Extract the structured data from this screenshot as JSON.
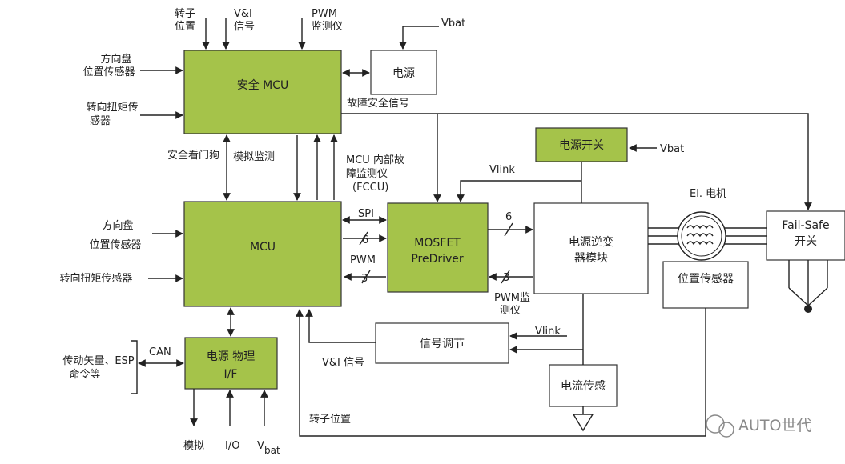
{
  "blocks": {
    "safety_mcu": "安全 MCU",
    "mcu": "MCU",
    "power_top": "电源",
    "mosfet_line1": "MOSFET",
    "mosfet_line2": "PreDriver",
    "power_switch": "电源开关",
    "inverter_line1": "电源逆变",
    "inverter_line2": "器模块",
    "signal_cond": "信号调节",
    "current_sense": "电流传感",
    "pos_sensor": "位置传感器",
    "failsafe_line1": "Fail-Safe",
    "failsafe_line2": "开关",
    "power_phy_line1": "电源 物理",
    "power_phy_line2": "I/F"
  },
  "labels": {
    "rotor_pos_top_1": "转子",
    "rotor_pos_top_2": "位置",
    "vi_top_1": "V&I",
    "vi_top_2": "信号",
    "pwm_mon_1": "PWM",
    "pwm_mon_2": "监测仪",
    "vbat_top": "Vbat",
    "steering_pos_1": "方向盘",
    "steering_pos_2": "位置传感器",
    "torque_1": "转向扭矩传",
    "torque_2": "感器",
    "failsafe_signal": "故障安全信号",
    "watchdog": "安全看门狗",
    "analog_mon": "模拟监测",
    "fccu_1": "MCU 内部故",
    "fccu_2": "障监测仪",
    "fccu_3": "(FCCU)",
    "vbat_switch": "Vbat",
    "vlink_top": "Vlink",
    "el_motor": "El. 电机",
    "steering_pos_mcu_1": "方向盘",
    "steering_pos_mcu_2": "位置传感器",
    "torque_mcu": "转向扭矩传感器",
    "spi": "SPI",
    "bus6_mcu": "6",
    "pwm": "PWM",
    "bus3_mcu": "3",
    "bus6_inv": "6",
    "bus3_inv": "3",
    "pwm_mon_inv_1": "PWM监",
    "pwm_mon_inv_2": "测仪",
    "vlink_sig": "Vlink",
    "vi_signal": "V&I 信号",
    "can": "CAN",
    "drive_vector_1": "传动矢量、ESP",
    "drive_vector_2": "命令等",
    "rotor_pos_bottom": "转子位置",
    "analog_bottom": "模拟",
    "io_bottom": "I/O",
    "vbat_bottom_v": "V",
    "vbat_bottom_sub": "bat"
  },
  "watermark": "AUTO世代",
  "colors": {
    "block_green": "#a5c34a",
    "line": "#222222",
    "watermark": "#8a8a8a"
  }
}
